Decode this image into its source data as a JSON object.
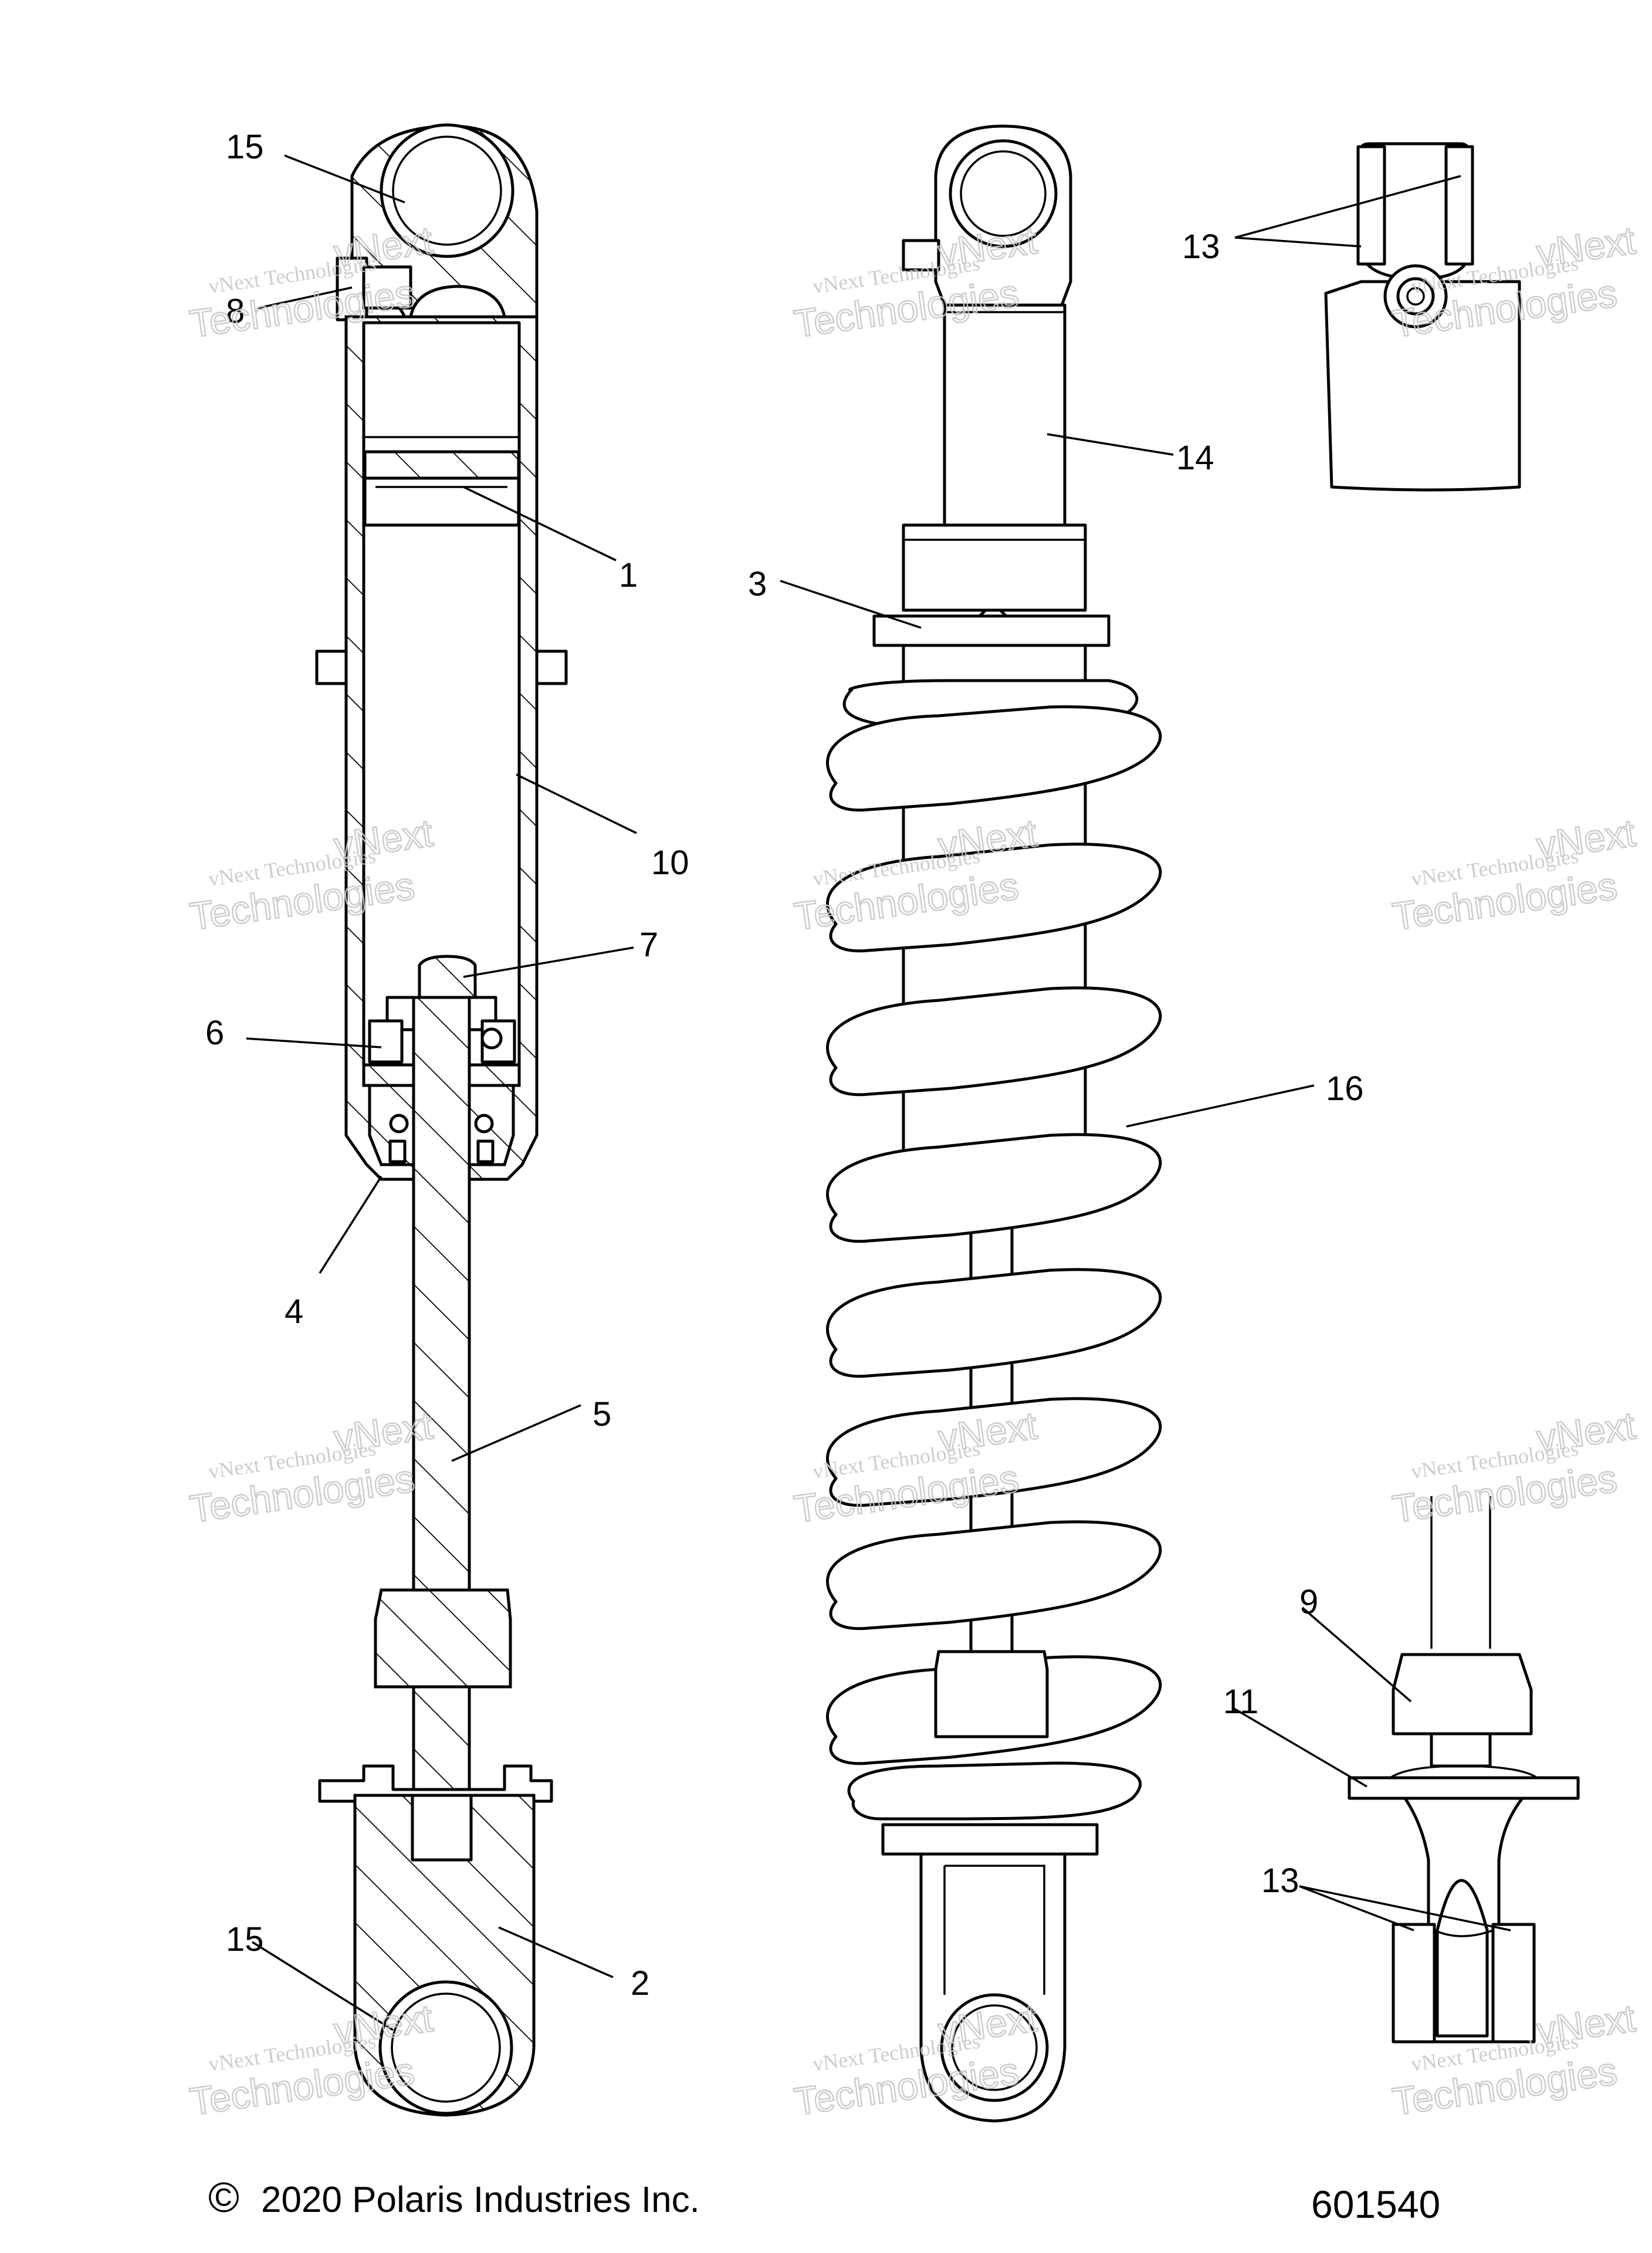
{
  "callouts": {
    "c15_top": "15",
    "c3_left": "8",
    "c1": "1",
    "c10": "10",
    "c7": "7",
    "c6": "6",
    "c4": "4",
    "c5": "5",
    "c2": "2",
    "c15_bottom": "15",
    "c3_mid": "3",
    "c14": "14",
    "c16": "16",
    "c13_top": "13",
    "c9": "9",
    "c11": "11",
    "c13_bottom": "13"
  },
  "watermark": {
    "line1": "vNext Technologies",
    "line2": "vNext",
    "line3": "Technologies"
  },
  "footer": {
    "copyright_symbol": "©",
    "copyright": "2020 Polaris Industries Inc.",
    "figure_number": "601540"
  }
}
